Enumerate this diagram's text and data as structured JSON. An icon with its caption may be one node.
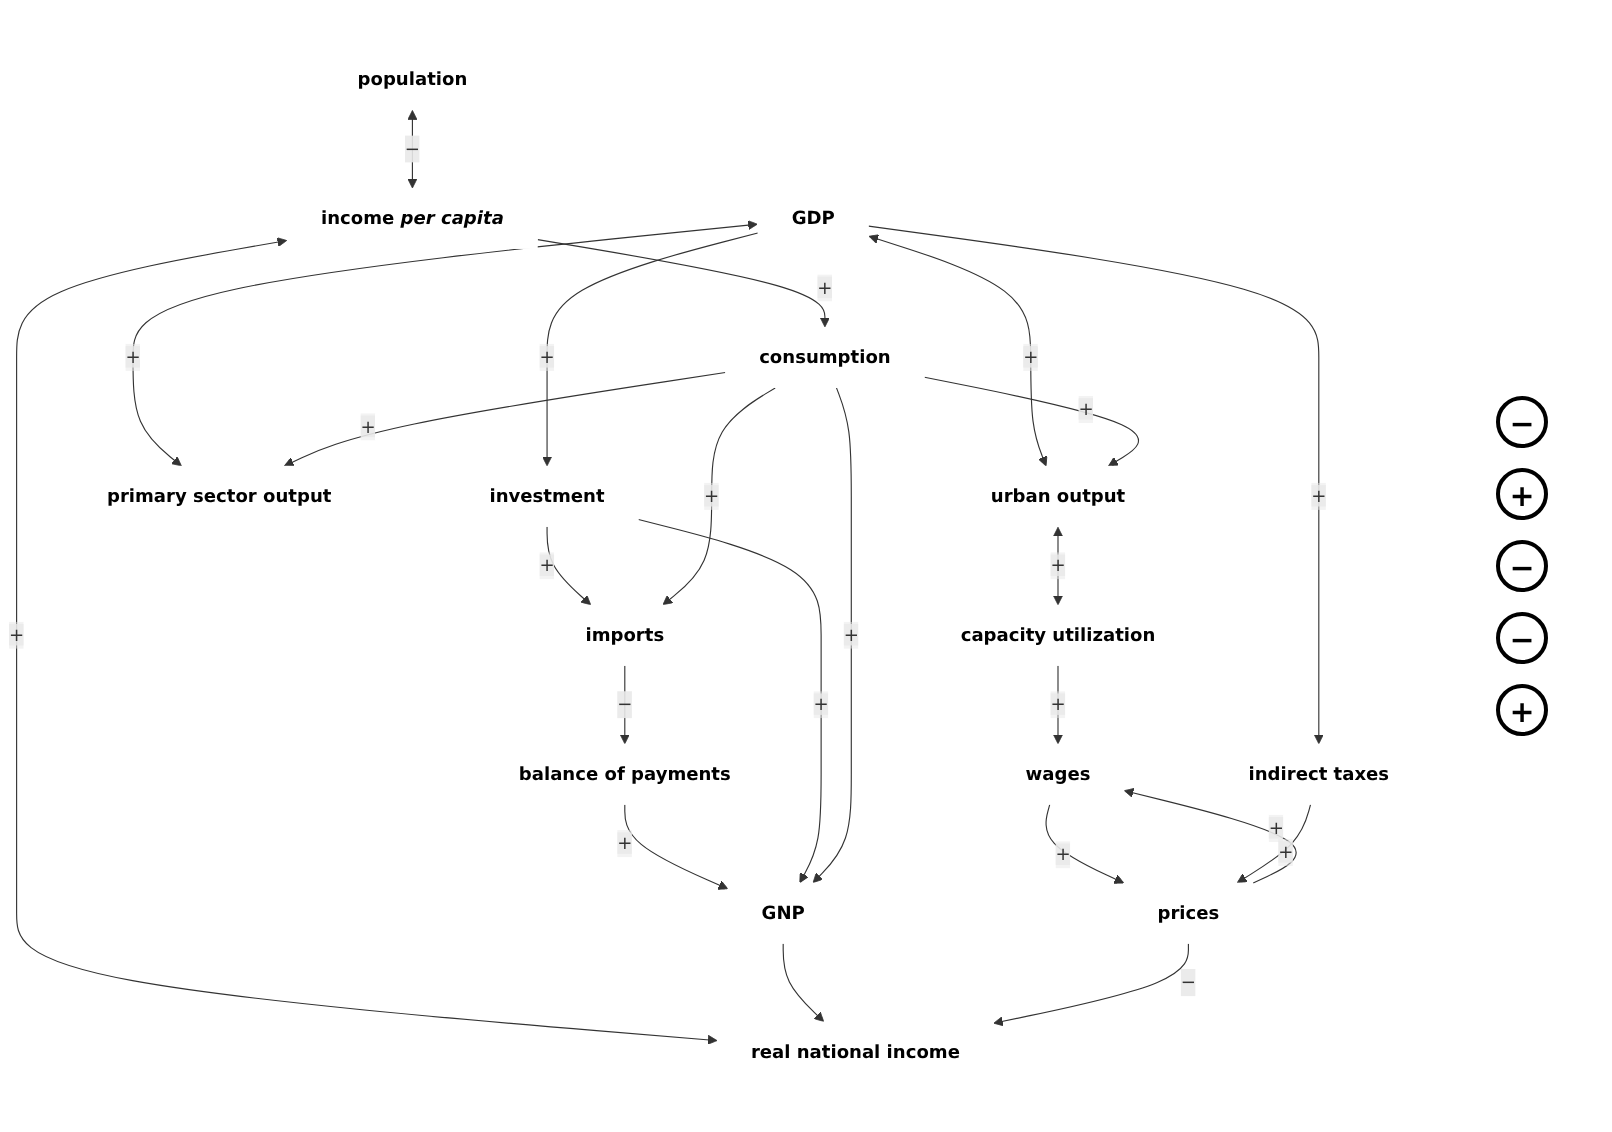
{
  "diagram": {
    "nodes": [
      {
        "text": [
          "investment"
        ]
      },
      {
        "text": [
          "primary sector output"
        ]
      },
      {
        "text": [
          "imports"
        ]
      },
      {
        "text": [
          "urban output"
        ]
      },
      {
        "text": [
          "balance of payments"
        ]
      },
      {
        "text": [
          "consumption"
        ]
      },
      {
        "text": [
          "capacity utilization"
        ]
      },
      {
        "text": [
          "GDP"
        ]
      },
      {
        "text": [
          "GNP"
        ]
      },
      {
        "text": [
          "population"
        ]
      },
      {
        "text": [
          "income *per capita*"
        ]
      },
      {
        "text": [
          "wages"
        ]
      },
      {
        "text": [
          "indirect taxes"
        ]
      },
      {
        "text": [
          "prices"
        ]
      },
      {
        "text": [
          "real national income"
        ]
      }
    ],
    "edges": [
      {
        "from": 7,
        "to": 0,
        "arrow": "to",
        "label": "+"
      },
      {
        "from": 7,
        "to": 1,
        "arrow": "both",
        "label": "+"
      },
      {
        "from": 7,
        "to": 3,
        "arrow": "both",
        "label": "+"
      },
      {
        "from": 5,
        "to": 1,
        "arrow": "to",
        "label": "+"
      },
      {
        "from": 5,
        "to": 3,
        "arrow": "to",
        "label": "+"
      },
      {
        "from": 3,
        "to": 6,
        "arrow": "both",
        "label": "+"
      },
      {
        "from": 0,
        "to": 2,
        "arrow": "to",
        "label": "+"
      },
      {
        "from": 5,
        "to": 2,
        "arrow": "to",
        "label": "+"
      },
      {
        "from": 2,
        "to": 4,
        "arrow": "to",
        "label": "−"
      },
      {
        "from": 4,
        "to": 8,
        "arrow": "to",
        "label": "+"
      },
      {
        "from": 0,
        "to": 8,
        "arrow": "to",
        "label": "+"
      },
      {
        "from": 5,
        "to": 8,
        "arrow": "to",
        "label": "+"
      },
      {
        "from": 10,
        "to": 5,
        "arrow": "to",
        "label": "+"
      },
      {
        "from": 9,
        "to": 10,
        "arrow": "both",
        "label": "−"
      },
      {
        "from": 10,
        "to": 14,
        "arrow": "both",
        "label": "+"
      },
      {
        "from": 8,
        "to": 14,
        "arrow": "to"
      },
      {
        "from": 6,
        "to": 11,
        "arrow": "to",
        "label": "+"
      },
      {
        "from": 13,
        "to": 11,
        "arrow": "to",
        "label": "+"
      },
      {
        "from": 11,
        "to": 13,
        "arrow": "to",
        "label": "+"
      },
      {
        "from": 7,
        "to": 12,
        "arrow": "to",
        "label": "+"
      },
      {
        "from": 12,
        "to": 13,
        "arrow": "to",
        "label": "+"
      },
      {
        "from": 13,
        "to": 14,
        "arrow": "to",
        "label": "−"
      }
    ],
    "labels": [
      "−",
      "+",
      "−",
      "−",
      "+"
    ]
  }
}
